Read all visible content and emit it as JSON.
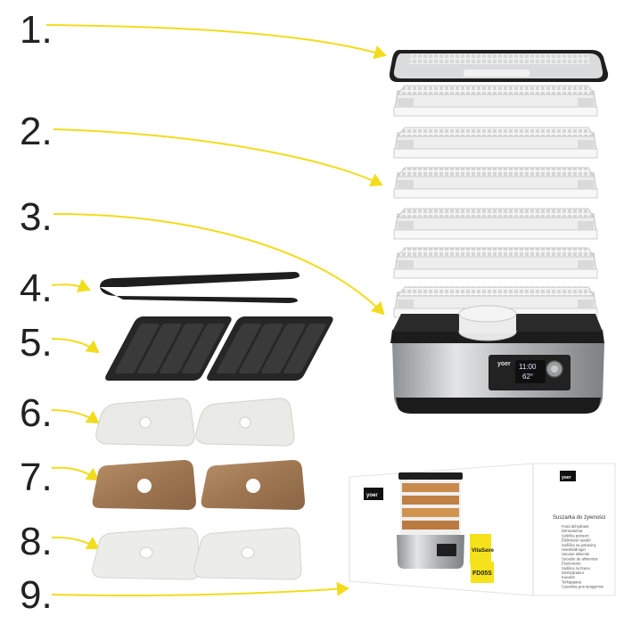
{
  "labels": [
    "1.",
    "2.",
    "3.",
    "4.",
    "5.",
    "6.",
    "7.",
    "8.",
    "9."
  ],
  "colors": {
    "arrow": "#f2dc1e",
    "steel": "#b9bcbf",
    "black": "#1a1a1a",
    "tray": "#eaeaea",
    "fleece": "#e9e9e6",
    "teflon": "#a27a55",
    "accent_yellow": "#f5e21b"
  },
  "brand": {
    "logo": "yoer",
    "display_top": "11:00",
    "display_bottom": "62°"
  },
  "manual": {
    "logo": "yoer",
    "title": "Suszarka do żywności",
    "lines": [
      "Food dehydrator",
      "Dörrautomat",
      "Sušička potravin",
      "Élelmiszer aszaló",
      "Sušička na potraviny",
      "Voedseldroger",
      "Uscator alimente",
      "Secador de alimentos",
      "Essiccatore",
      "Sušilica za hranu",
      "Déshydrateur",
      "Kuivatin",
      "Torkapparat",
      "Сушилка для продуктов"
    ],
    "badge_1": "VitaSave",
    "badge_2": "FD05S"
  }
}
